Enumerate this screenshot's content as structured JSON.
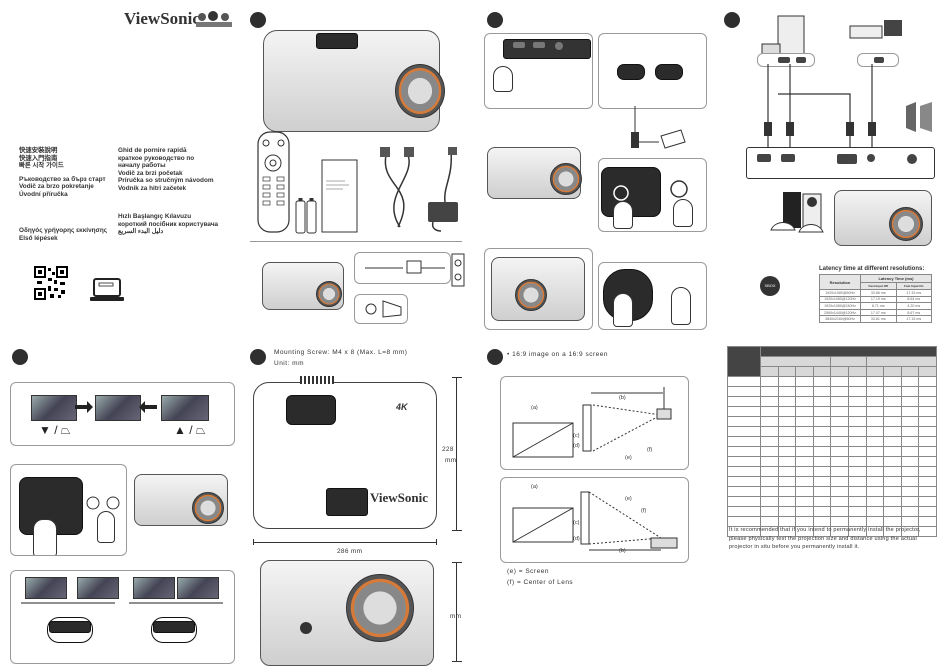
{
  "brand": {
    "name": "ViewSonic"
  },
  "languages": {
    "col1": [
      "快速安裝說明",
      "快速入門指南",
      "빠른 시작 가이드",
      "Ръководство за бърз старт",
      "Vodič za brzo pokretanje",
      "Úvodní příručka"
    ],
    "col2": [
      "Ghid de pornire rapidă",
      "краткое руководство по",
      "началу работы",
      "Vodič za brzi početak",
      "Príručka so stručným návodom",
      "Vodnik za hitri začetek"
    ],
    "col3": [
      "Οδηγός γρήγορης εκκίνησης",
      "Első lépések"
    ],
    "col4": [
      "Hızlı Başlangıç Kılavuzu",
      "короткий посібник користувача",
      "دليل البدء السريع"
    ]
  },
  "steps": [
    "1",
    "2",
    "3",
    "4",
    "5",
    "6"
  ],
  "mounting": {
    "screw": "Mounting Screw: M4 x 8 (Max. L=8 mm)",
    "unit": "Unit: mm"
  },
  "dimensions": {
    "height": "228",
    "height_unit": "mm",
    "width": "286 mm",
    "side_unit": "mm"
  },
  "projection": {
    "title": "16:9 image on a 16:9 screen",
    "labels": {
      "a": "(a)",
      "b": "(b)",
      "c": "(c)",
      "d": "(d)",
      "e": "(e)",
      "f": "(f)"
    },
    "legend_e": "(e) = Screen",
    "legend_f": "(f) = Center of Lens"
  },
  "latency": {
    "title": "Latency time at different resolutions:",
    "col_resolution": "Resolution",
    "col_latency": "Latency Time (ms)",
    "sub1": "Fast Input Off",
    "sub2": "Fast Input On",
    "rows": [
      [
        "1920x1080@60Hz",
        "33.86 ms",
        "17.33 ms"
      ],
      [
        "1920x1080@120Hz",
        "17.19 ms",
        "8.64 ms"
      ],
      [
        "1920x1080@240Hz",
        "8.71 ms",
        "4.20 ms"
      ],
      [
        "2560x1440@120Hz",
        "17.07 ms",
        "8.67 ms"
      ],
      [
        "3840x2160@60Hz",
        "33.81 ms",
        "17.15 ms"
      ]
    ]
  },
  "recommendation": "It is recommended that if you intend to permanently install the projector, please physically test the projection size and distance using the actual projector in situ before you permanently install it.",
  "badges": {
    "xbox": "XBOX",
    "fourk": "4K"
  },
  "keystone": {
    "left": "▼ / ⏢",
    "right": "▲ / ⏢"
  }
}
